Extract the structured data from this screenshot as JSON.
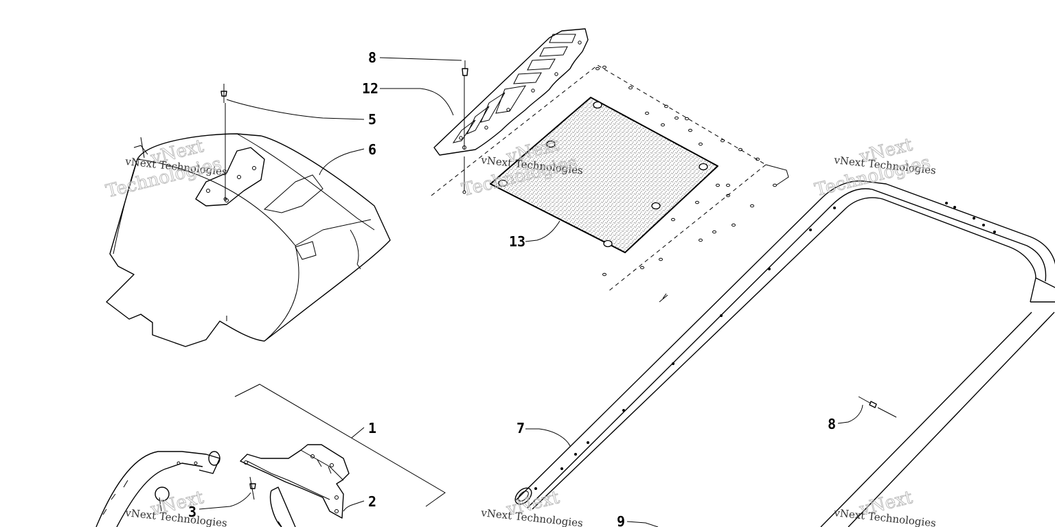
{
  "callouts": {
    "c1": "1",
    "c2": "2",
    "c3": "3",
    "c5": "5",
    "c6": "6",
    "c7": "7",
    "c8a": "8",
    "c8b": "8",
    "c9": "9",
    "c12": "12",
    "c13": "13"
  },
  "watermark": {
    "text": "vNext Technologies",
    "line1": "vNext",
    "line2": "Technologies"
  }
}
